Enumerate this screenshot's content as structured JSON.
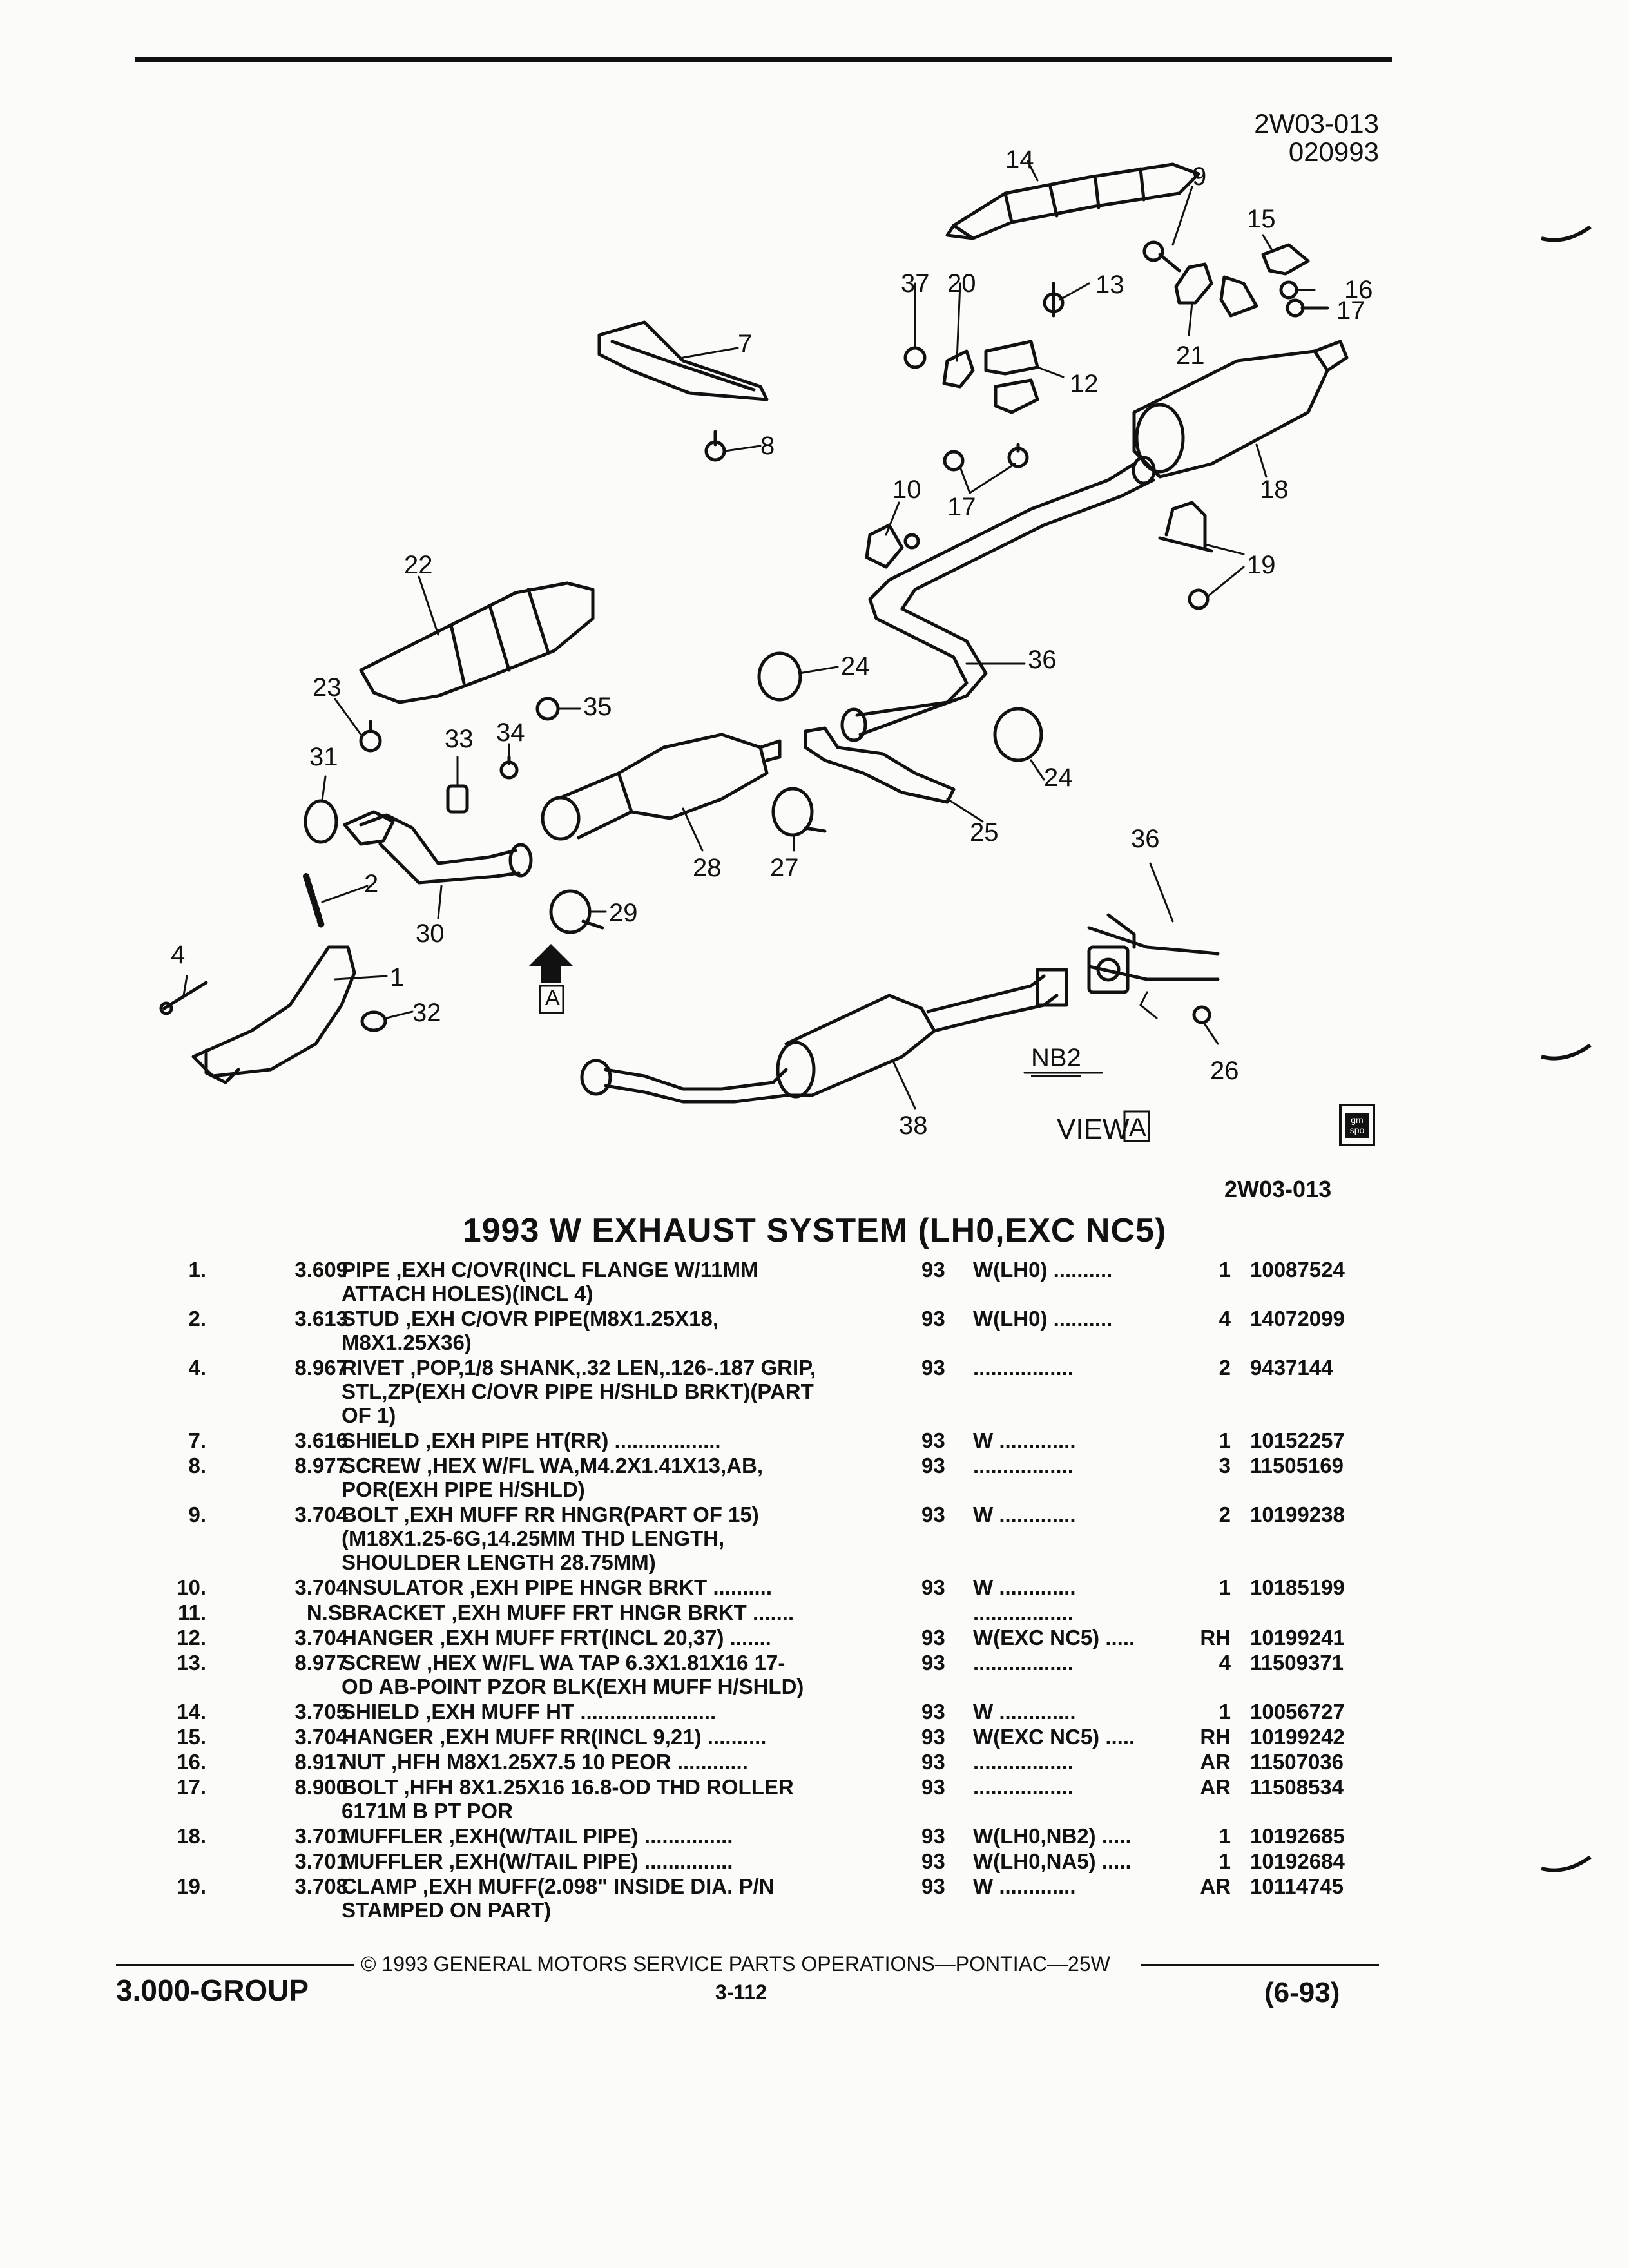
{
  "header": {
    "code": "2W03-013",
    "date_code": "020993"
  },
  "diagram": {
    "callouts": [
      "14",
      "9",
      "15",
      "16",
      "17",
      "37",
      "20",
      "13",
      "7",
      "21",
      "12",
      "8",
      "10",
      "17",
      "18",
      "19",
      "22",
      "24",
      "36",
      "23",
      "35",
      "33",
      "34",
      "31",
      "24",
      "25",
      "36",
      "2",
      "28",
      "27",
      "29",
      "30",
      "4",
      "1",
      "A",
      "32",
      "NB2",
      "26",
      "38",
      "VIEW",
      "A"
    ],
    "bottom_code": "2W03-013",
    "logo_text": "gm spo"
  },
  "title": "1993 W EXHAUST SYSTEM (LH0,EXC NC5)",
  "parts": [
    {
      "item": "1.",
      "code": "3.609",
      "desc": "PIPE ,EXH C/OVR(INCL FLANGE W/11MM\nATTACH HOLES)(INCL 4)",
      "yr": "93",
      "app": "W(LH0) ..........",
      "qty": "1",
      "part": "10087524"
    },
    {
      "item": "2.",
      "code": "3.613",
      "desc": "STUD ,EXH C/OVR PIPE(M8X1.25X18,\nM8X1.25X36)",
      "yr": "93",
      "app": "W(LH0) ..........",
      "qty": "4",
      "part": "14072099"
    },
    {
      "item": "4.",
      "code": "8.967",
      "desc": "RIVET ,POP,1/8 SHANK,.32 LEN,.126-.187 GRIP,\nSTL,ZP(EXH C/OVR PIPE H/SHLD BRKT)(PART\nOF 1)",
      "yr": "93",
      "app": ".................",
      "qty": "2",
      "part": "9437144"
    },
    {
      "item": "7.",
      "code": "3.616",
      "desc": "SHIELD ,EXH PIPE HT(RR) ..................",
      "yr": "93",
      "app": "W .............",
      "qty": "1",
      "part": "10152257"
    },
    {
      "item": "8.",
      "code": "8.977",
      "desc": "SCREW ,HEX W/FL WA,M4.2X1.41X13,AB,\nPOR(EXH PIPE H/SHLD)",
      "yr": "93",
      "app": ".................",
      "qty": "3",
      "part": "11505169"
    },
    {
      "item": "9.",
      "code": "3.704",
      "desc": "BOLT ,EXH MUFF RR HNGR(PART OF 15)\n(M18X1.25-6G,14.25MM THD LENGTH,\nSHOULDER LENGTH 28.75MM)",
      "yr": "93",
      "app": "W .............",
      "qty": "2",
      "part": "10199238"
    },
    {
      "item": "10.",
      "code": "3.704",
      "desc": "INSULATOR ,EXH PIPE HNGR BRKT ..........",
      "yr": "93",
      "app": "W .............",
      "qty": "1",
      "part": "10185199"
    },
    {
      "item": "11.",
      "code": "N.S.",
      "desc": "BRACKET ,EXH MUFF FRT HNGR BRKT .......",
      "yr": "",
      "app": ".................",
      "qty": "",
      "part": ""
    },
    {
      "item": "12.",
      "code": "3.704",
      "desc": "HANGER ,EXH MUFF FRT(INCL 20,37) .......",
      "yr": "93",
      "app": "W(EXC NC5) .....",
      "qty": "RH",
      "part": "10199241"
    },
    {
      "item": "13.",
      "code": "8.977",
      "desc": "SCREW ,HEX W/FL WA TAP 6.3X1.81X16 17-\nOD AB-POINT PZOR BLK(EXH MUFF H/SHLD)",
      "yr": "93",
      "app": ".................",
      "qty": "4",
      "part": "11509371"
    },
    {
      "item": "14.",
      "code": "3.705",
      "desc": "SHIELD ,EXH MUFF HT .......................",
      "yr": "93",
      "app": "W .............",
      "qty": "1",
      "part": "10056727"
    },
    {
      "item": "15.",
      "code": "3.704",
      "desc": "HANGER ,EXH MUFF RR(INCL 9,21) ..........",
      "yr": "93",
      "app": "W(EXC NC5) .....",
      "qty": "RH",
      "part": "10199242"
    },
    {
      "item": "16.",
      "code": "8.917",
      "desc": "NUT ,HFH M8X1.25X7.5 10 PEOR ............",
      "yr": "93",
      "app": ".................",
      "qty": "AR",
      "part": "11507036"
    },
    {
      "item": "17.",
      "code": "8.900",
      "desc": "BOLT ,HFH 8X1.25X16 16.8-OD THD ROLLER\n6171M B PT POR",
      "yr": "93",
      "app": ".................",
      "qty": "AR",
      "part": "11508534"
    },
    {
      "item": "18.",
      "code": "3.701",
      "desc": "MUFFLER ,EXH(W/TAIL PIPE) ...............",
      "yr": "93",
      "app": "W(LH0,NB2) .....",
      "qty": "1",
      "part": "10192685"
    },
    {
      "item": "",
      "code": "3.701",
      "desc": "MUFFLER ,EXH(W/TAIL PIPE) ...............",
      "yr": "93",
      "app": "W(LH0,NA5) .....",
      "qty": "1",
      "part": "10192684"
    },
    {
      "item": "19.",
      "code": "3.708",
      "desc": "CLAMP ,EXH MUFF(2.098\" INSIDE DIA. P/N\nSTAMPED ON PART)",
      "yr": "93",
      "app": "W .............",
      "qty": "AR",
      "part": "10114745"
    }
  ],
  "footer": {
    "copyright": "© 1993 GENERAL MOTORS SERVICE PARTS OPERATIONS—PONTIAC—25W",
    "group": "3.000-GROUP",
    "page": "3-112",
    "date": "(6-93)"
  }
}
